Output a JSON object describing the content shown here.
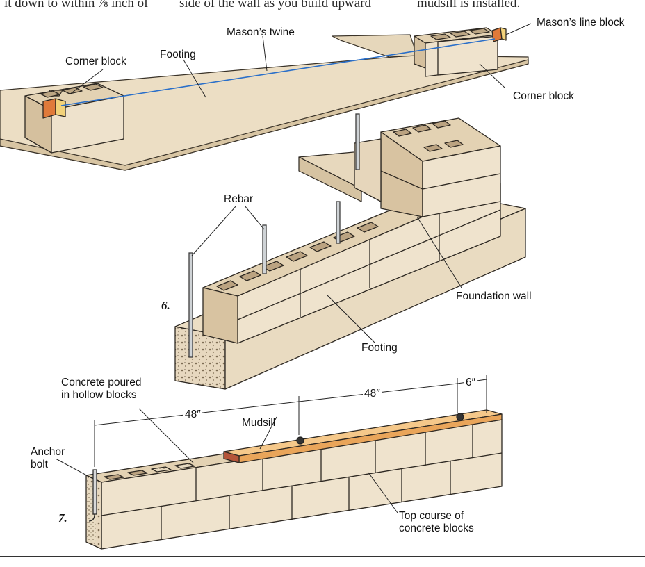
{
  "page_fragments": [
    "it down to within ⅞ inch of",
    "side of the wall as you build upward",
    "mudsill is installed."
  ],
  "figure_top": {
    "labels": {
      "masons_twine": "Mason’s twine",
      "masons_line_block": "Mason’s line block",
      "corner_block_left": "Corner block",
      "footing": "Footing",
      "corner_block_right": "Corner block"
    }
  },
  "figure_6": {
    "number": "6.",
    "labels": {
      "rebar": "Rebar",
      "foundation_wall": "Foundation wall",
      "footing": "Footing"
    }
  },
  "figure_7": {
    "number": "7.",
    "labels": {
      "concrete_poured": "Concrete poured\nin hollow blocks",
      "anchor_bolt": "Anchor\nbolt",
      "mudsill": "Mudsill",
      "top_course": "Top course of\nconcrete blocks"
    },
    "dimensions": {
      "span_1": "48″",
      "span_2": "48″",
      "end_offset": "6″"
    }
  },
  "colors": {
    "block_face": "#efe3cf",
    "block_top": "#e6d6bb",
    "block_side": "#d9c6a6",
    "footing": "#eadcc4",
    "twine": "#2a6fc9",
    "mudsill": "#f0b268",
    "line_block": "#e07a3a"
  }
}
